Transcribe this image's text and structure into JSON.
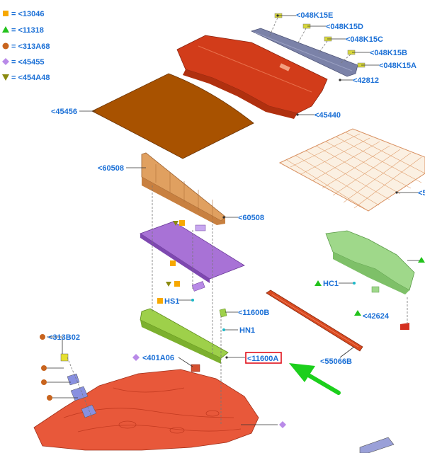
{
  "legend": [
    {
      "shape": "square",
      "color": "#f7a800",
      "text": "= <13046"
    },
    {
      "shape": "triangle-up",
      "color": "#22c21b",
      "text": "= <11318"
    },
    {
      "shape": "circle",
      "color": "#c8641e",
      "text": "= <313A68"
    },
    {
      "shape": "diamond",
      "color": "#b98ae8",
      "text": "= <45455"
    },
    {
      "shape": "triangle-down",
      "color": "#8a8a10",
      "text": "= <454A48"
    }
  ],
  "callouts": {
    "c048K15E": "<048K15E",
    "c048K15D": "<048K15D",
    "c048K15C": "<048K15C",
    "c048K15B": "<048K15B",
    "c048K15A": "<048K15A",
    "c42812": "<42812",
    "c45456": "<45456",
    "c45440": "<45440",
    "c60508a": "<60508",
    "c60508b": "<60508",
    "c5": "<5",
    "cHS1": "HS1",
    "cHC1": "HC1",
    "c11600B": "<11600B",
    "cHN1": "HN1",
    "c42624": "<42624",
    "c401A06": "<401A06",
    "c11600A": "<11600A",
    "c55066B": "<55066B",
    "c313B02": "<313B02"
  },
  "colors": {
    "label": "#1a6fd6",
    "highlight_box": "#e0101a",
    "arrow": "#1ccf1c",
    "load_floor": "#a85200",
    "shelf": "#d23c1a",
    "cover": "#7b82a8",
    "bulkhead": "#e0a060",
    "tray": "#a872d6",
    "bracket": "#9ed04a",
    "rail": "#d94a20",
    "floor": "#e8583a",
    "side_panel": "#9fd88a",
    "net": "#e0a070"
  }
}
